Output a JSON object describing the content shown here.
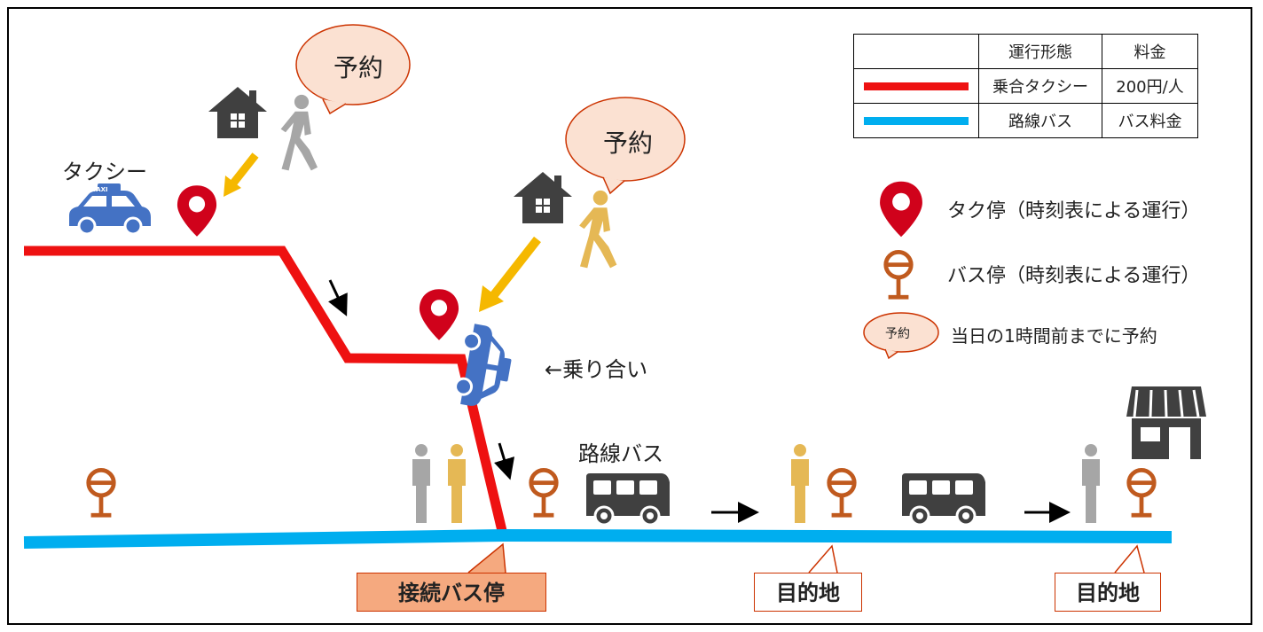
{
  "labels": {
    "taxi": "タクシー",
    "reservation_1": "予約",
    "reservation_2": "予約",
    "ride_share": "←乗り合い",
    "route_bus": "路線バス",
    "connection_stop": "接続バス停",
    "destination_1": "目的地",
    "destination_2": "目的地",
    "taxi_sign": "TAXI"
  },
  "legend_table": {
    "headers": [
      "",
      "運行形態",
      "料金"
    ],
    "rows": [
      {
        "mode": "乗合タクシー",
        "fare": "200円/人",
        "line_color": "#ee1111"
      },
      {
        "mode": "路線バス",
        "fare": "バス料金",
        "line_color": "#00aeef"
      }
    ]
  },
  "legend_symbols": {
    "taxi_stop": "タク停（時刻表による運行）",
    "bus_stop": "バス停（時刻表による運行）",
    "reservation_icon": "予約",
    "reservation_note": "当日の1時間前までに予約"
  },
  "colors": {
    "taxi_route": "#ee1111",
    "bus_route": "#00aeef",
    "pin_red": "#d0021b",
    "bus_stop_orange": "#c05a1e",
    "speech_fill": "#fbe1d2",
    "speech_stroke": "#cc3300",
    "arrow_gold": "#f5b800",
    "taxi_blue": "#4472c4",
    "connection_fill": "#f5a97f"
  },
  "icons": [
    "house-icon",
    "person-walking-icon",
    "map-pin-icon",
    "bus-stop-icon",
    "bus-icon",
    "taxi-icon",
    "store-icon",
    "person-standing-icon"
  ]
}
